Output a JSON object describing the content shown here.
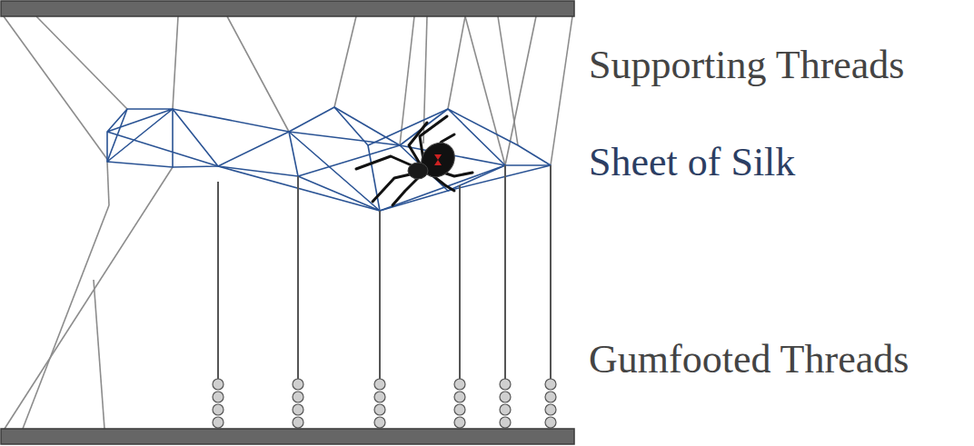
{
  "diagram": {
    "labels": [
      "Supporting Threads",
      "Sheet of Silk",
      "Gumfooted Threads"
    ]
  }
}
